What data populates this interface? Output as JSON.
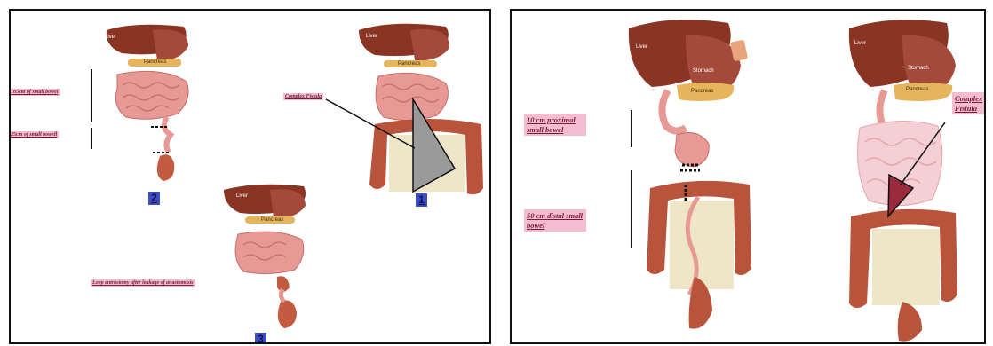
{
  "left_panel": {
    "labels": {
      "small_bowel_165": "165cm of small bowel",
      "small_bowel_25": "25cm of small bowell",
      "complex_fistula": "Complex Fistula",
      "loop_entrostomy": "Loop entrostomy after leakage of anastomosis"
    },
    "numbers": {
      "one": "1",
      "two": "2",
      "three": "3"
    },
    "organs": {
      "liver": "Liver",
      "pancreas": "Pancreas"
    }
  },
  "right_panel": {
    "labels": {
      "proximal": "10 cm proximal small bowel",
      "distal": "50 cm distal small bowel",
      "complex_fistula": "Complex Fistula"
    },
    "organs": {
      "liver": "Liver",
      "stomach": "Stomach",
      "pancreas": "Pancreas"
    }
  },
  "colors": {
    "label_bg": "#f4bcd0",
    "number_bg": "#3d4dbd",
    "liver": "#8a3524",
    "intestine": "#e79a95",
    "colon": "#b8533c"
  }
}
